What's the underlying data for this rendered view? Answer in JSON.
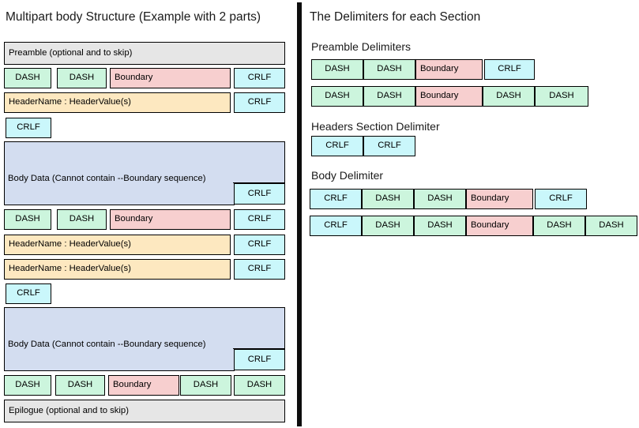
{
  "left_panel": {
    "title": "Multipart body Structure (Example with 2 parts)",
    "rows": {
      "preamble": "Preamble (optional and to skip)",
      "dash": "DASH",
      "boundary": "Boundary",
      "crlf": "CRLF",
      "header_line": "HeaderName : HeaderValue(s)",
      "body_data": "Body Data (Cannot contain --Boundary sequence)",
      "epilogue": "Epilogue (optional and to skip)"
    }
  },
  "right_panel": {
    "title": "The Delimiters for each Section",
    "sections": [
      {
        "heading": "Preamble Delimiters",
        "rows": [
          [
            "DASH",
            "DASH",
            "Boundary",
            "CRLF"
          ],
          [
            "DASH",
            "DASH",
            "Boundary",
            "DASH",
            "DASH"
          ]
        ]
      },
      {
        "heading": "Headers Section Delimiter",
        "rows": [
          [
            "CRLF",
            "CRLF"
          ]
        ]
      },
      {
        "heading": "Body Delimiter",
        "rows": [
          [
            "CRLF",
            "DASH",
            "DASH",
            "Boundary",
            "CRLF"
          ],
          [
            "CRLF",
            "DASH",
            "DASH",
            "Boundary",
            "DASH",
            "DASH"
          ]
        ]
      }
    ]
  },
  "colors": {
    "preamble_epilogue": "#e6e6e6",
    "dash": "#ccf5dd",
    "boundary": "#f7cfcf",
    "crlf": "#caf7fb",
    "header": "#fde8c0",
    "body": "#d3ddf0",
    "outline": "#000000"
  }
}
